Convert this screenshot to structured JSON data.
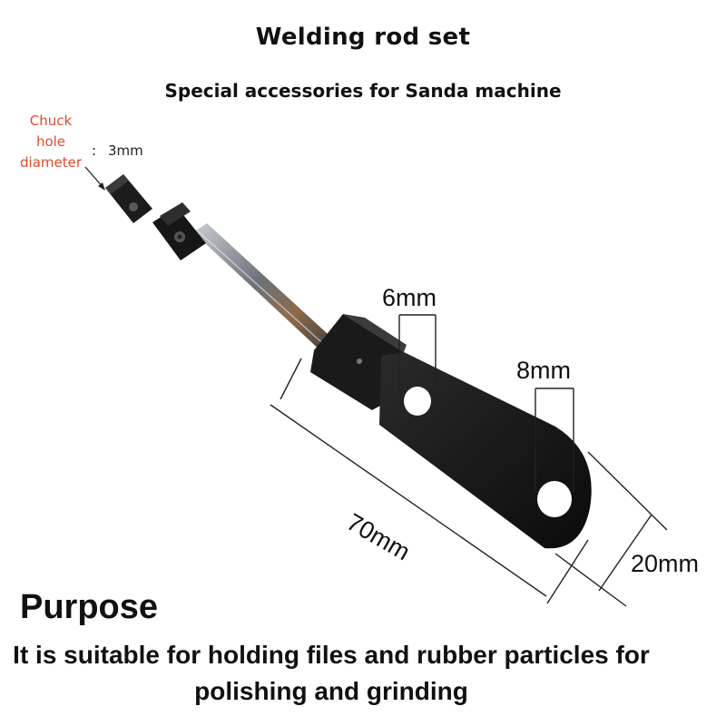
{
  "header": {
    "title": "Welding rod set",
    "subtitle": "Special accessories for Sanda machine"
  },
  "chuck": {
    "label_lines": [
      "Chuck",
      "hole",
      "diameter"
    ],
    "colon": ":",
    "value": "3mm"
  },
  "dimensions": {
    "hole_small": "6mm",
    "hole_large": "8mm",
    "length": "70mm",
    "width": "20mm"
  },
  "purpose": {
    "heading": "Purpose",
    "text": "It is suitable for holding files and rubber particles for polishing and grinding"
  },
  "colors": {
    "accent_label": "#e24a2c",
    "tool_black": "#141414",
    "rod_metal": "#8a8f96"
  }
}
